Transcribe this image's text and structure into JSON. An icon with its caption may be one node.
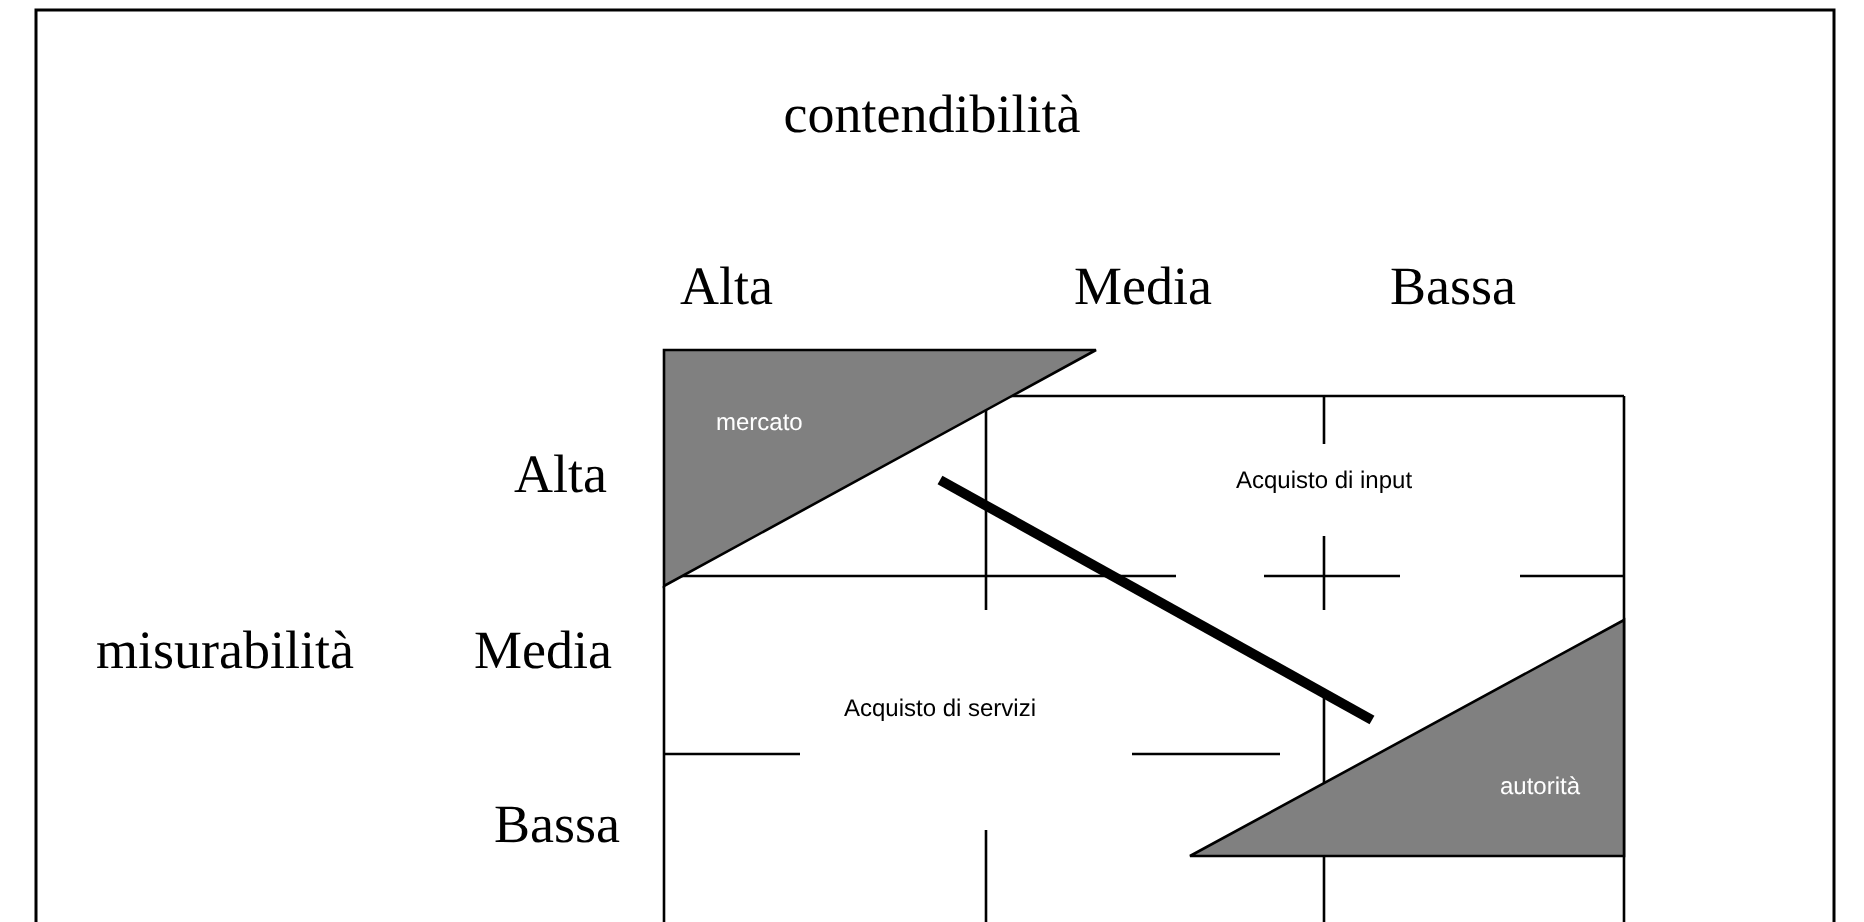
{
  "diagram": {
    "nodes": [
      {
        "text": [
          "mercato"
        ]
      },
      {
        "text": [
          "autorità"
        ]
      }
    ],
    "labels": [
      "contendibilità",
      "Alta",
      "Media",
      "Bassa",
      "misurabilità",
      "Alta",
      "Media",
      "Bassa",
      "Acquisto di input",
      "Acquisto di servizi"
    ]
  }
}
